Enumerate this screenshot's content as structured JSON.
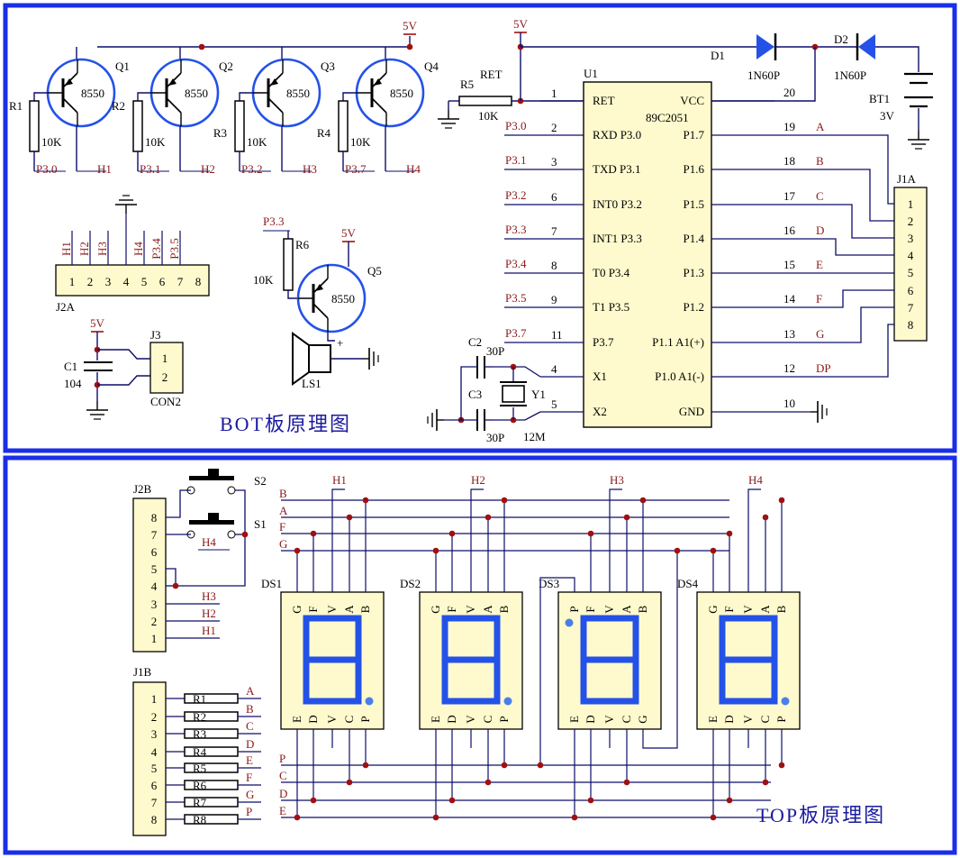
{
  "titles": {
    "bot": "BOT板原理图",
    "top": "TOP板原理图"
  },
  "transistors": [
    {
      "ref": "Q1",
      "part": "8550",
      "rref": "R1",
      "rval": "10K",
      "net": "P3.0",
      "h": "H1"
    },
    {
      "ref": "Q2",
      "part": "8550",
      "rref": "R2",
      "rval": "10K",
      "net": "P3.1",
      "h": "H2"
    },
    {
      "ref": "Q3",
      "part": "8550",
      "rref": "R3",
      "rval": "10K",
      "net": "P3.2",
      "h": "H3"
    },
    {
      "ref": "Q4",
      "part": "8550",
      "rref": "R4",
      "rval": "10K",
      "net": "P3.7",
      "h": "H4"
    }
  ],
  "supply": {
    "v5": "5V"
  },
  "reset": {
    "label": "RET",
    "rref": "R5",
    "rval": "10K"
  },
  "diodes": [
    {
      "ref": "D1",
      "part": "1N60P"
    },
    {
      "ref": "D2",
      "part": "1N60P"
    }
  ],
  "battery": {
    "ref": "BT1",
    "val": "3V"
  },
  "mcu": {
    "ref": "U1",
    "part": "89C2051",
    "left_pins": [
      {
        "num": "1",
        "name": "RET",
        "net": ""
      },
      {
        "num": "2",
        "name": "RXD P3.0",
        "net": "P3.0"
      },
      {
        "num": "3",
        "name": "TXD P3.1",
        "net": "P3.1"
      },
      {
        "num": "6",
        "name": "INT0 P3.2",
        "net": "P3.2"
      },
      {
        "num": "7",
        "name": "INT1 P3.3",
        "net": "P3.3"
      },
      {
        "num": "8",
        "name": "T0 P3.4",
        "net": "P3.4"
      },
      {
        "num": "9",
        "name": "T1 P3.5",
        "net": "P3.5"
      },
      {
        "num": "11",
        "name": "P3.7",
        "net": "P3.7"
      },
      {
        "num": "4",
        "name": "X1",
        "net": ""
      },
      {
        "num": "5",
        "name": "X2",
        "net": ""
      }
    ],
    "right_pins": [
      {
        "num": "20",
        "name": "VCC",
        "net": ""
      },
      {
        "num": "19",
        "name": "P1.7",
        "net": "A"
      },
      {
        "num": "18",
        "name": "P1.6",
        "net": "B"
      },
      {
        "num": "17",
        "name": "P1.5",
        "net": "C"
      },
      {
        "num": "16",
        "name": "P1.4",
        "net": "D"
      },
      {
        "num": "15",
        "name": "P1.3",
        "net": "E"
      },
      {
        "num": "14",
        "name": "P1.2",
        "net": "F"
      },
      {
        "num": "13",
        "name": "P1.1 A1(+)",
        "net": "G"
      },
      {
        "num": "12",
        "name": "P1.0 A1(-)",
        "net": "DP"
      },
      {
        "num": "10",
        "name": "GND",
        "net": ""
      }
    ]
  },
  "j1a": {
    "ref": "J1A",
    "pins": [
      "1",
      "2",
      "3",
      "4",
      "5",
      "6",
      "7",
      "8"
    ]
  },
  "j2a": {
    "ref": "J2A",
    "pins": [
      "1",
      "2",
      "3",
      "4",
      "5",
      "6",
      "7",
      "8"
    ],
    "nets": [
      "H1",
      "H2",
      "H3",
      "H4",
      "P3.4",
      "P3.5"
    ]
  },
  "q5": {
    "ref": "Q5",
    "part": "8550",
    "rref": "R6",
    "rval": "10K",
    "net": "P3.3",
    "v": "5V",
    "ls": "LS1"
  },
  "c1": {
    "ref": "C1",
    "val": "104",
    "v": "5V",
    "jref": "J3",
    "jpart": "CON2",
    "pins": [
      "1",
      "2"
    ]
  },
  "xtal": {
    "c2": "C2",
    "c2v": "30P",
    "c3": "C3",
    "c3v": "30P",
    "y": "Y1",
    "yv": "12M"
  },
  "top": {
    "j2b": {
      "ref": "J2B",
      "pins": [
        "8",
        "7",
        "6",
        "5",
        "4",
        "3",
        "2",
        "1"
      ],
      "nets": [
        "H3",
        "H2",
        "H1"
      ],
      "h4": "H4"
    },
    "switches": [
      "S2",
      "S1"
    ],
    "j1b": {
      "ref": "J1B",
      "pins": [
        "1",
        "2",
        "3",
        "4",
        "5",
        "6",
        "7",
        "8"
      ],
      "res": [
        "R1",
        "R2",
        "R3",
        "R4",
        "R5",
        "R6",
        "R7",
        "R8"
      ],
      "nets": [
        "A",
        "B",
        "C",
        "D",
        "E",
        "F",
        "G",
        "P"
      ]
    },
    "bus_top": [
      "B",
      "A",
      "F",
      "G"
    ],
    "bus_bot": [
      "P",
      "C",
      "D",
      "E"
    ],
    "digits": [
      {
        "ref": "DS1",
        "h": "H1",
        "top": [
          "G",
          "F",
          "V",
          "A",
          "B"
        ],
        "bot": [
          "E",
          "D",
          "V",
          "C",
          "P"
        ]
      },
      {
        "ref": "DS2",
        "h": "H2",
        "top": [
          "G",
          "F",
          "V",
          "A",
          "B"
        ],
        "bot": [
          "E",
          "D",
          "V",
          "C",
          "P"
        ]
      },
      {
        "ref": "DS3",
        "h": "H3",
        "top": [
          "P",
          "F",
          "V",
          "A",
          "B"
        ],
        "bot": [
          "E",
          "D",
          "V",
          "C",
          "G"
        ]
      },
      {
        "ref": "DS4",
        "h": "H4",
        "top": [
          "G",
          "F",
          "V",
          "A",
          "B"
        ],
        "bot": [
          "E",
          "D",
          "V",
          "C",
          "P"
        ]
      }
    ]
  }
}
